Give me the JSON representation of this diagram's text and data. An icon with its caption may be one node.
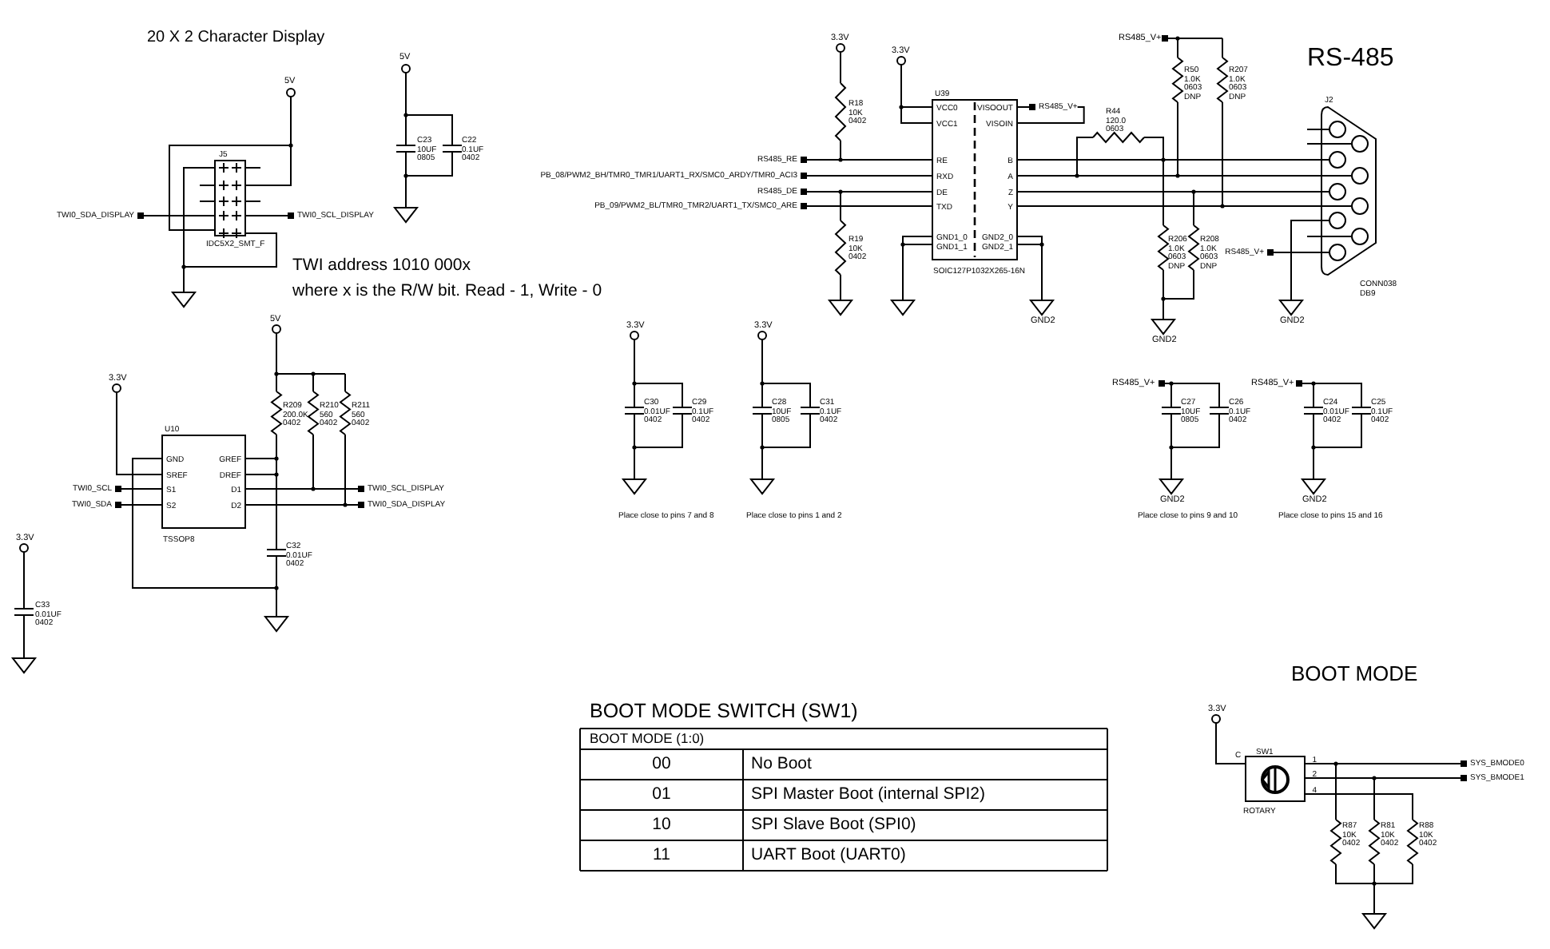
{
  "diagram": {
    "nodes": [
      {
        "text": [
          "J5",
          "IDC5X2_SMT_F"
        ]
      },
      {
        "text": [
          "TWI0_SDA_DISPLAY"
        ]
      },
      {
        "text": [
          "TWI0_SCL_DISPLAY"
        ]
      },
      {
        "text": [
          "U39",
          "VCC0",
          "VCC1",
          "RE",
          "RXD",
          "DE",
          "TXD",
          "GND1_0",
          "GND1_1",
          "VISOOUT",
          "VISOIN",
          "B",
          "A",
          "Z",
          "Y",
          "GND2_0",
          "GND2_1",
          "SOIC127P1032X265-16N"
        ]
      },
      {
        "text": [
          "RS485_RE"
        ]
      },
      {
        "text": [
          "PB_08/PWM2_BH/TMR0_TMR1/UART1_RX/SMC0_ARDY/TMR0_ACI3"
        ]
      },
      {
        "text": [
          "RS485_DE"
        ]
      },
      {
        "text": [
          "PB_09/PWM2_BL/TMR0_TMR2/UART1_TX/SMC0_ARE"
        ]
      },
      {
        "text": [
          "RS485_V+"
        ]
      },
      {
        "text": [
          "J2",
          "CONN038 DB9"
        ]
      },
      {
        "text": [
          "RS485_V+"
        ]
      },
      {
        "text": [
          "U10",
          "GND",
          "SREF",
          "S1",
          "S2",
          "GREF",
          "DREF",
          "D1",
          "D2",
          "TSSOP8"
        ]
      },
      {
        "text": [
          "TWI0_SCL"
        ]
      },
      {
        "text": [
          "TWI0_SDA"
        ]
      },
      {
        "text": [
          "TWI0_SCL_DISPLAY"
        ]
      },
      {
        "text": [
          "TWI0_SDA_DISPLAY"
        ]
      },
      {
        "text": [
          "SW1",
          "C",
          "1",
          "2",
          "4",
          "ROTARY"
        ]
      },
      {
        "text": [
          "SYS_BMODE0"
        ]
      },
      {
        "text": [
          "SYS_BMODE1"
        ]
      }
    ],
    "edges": [
      {
        "from": 1,
        "to": 0,
        "arrow": "none"
      },
      {
        "from": 0,
        "to": 2,
        "arrow": "none"
      },
      {
        "from": 4,
        "to": 3,
        "arrow": "none"
      },
      {
        "from": 5,
        "to": 3,
        "arrow": "none"
      },
      {
        "from": 6,
        "to": 3,
        "arrow": "none"
      },
      {
        "from": 7,
        "to": 3,
        "arrow": "none"
      },
      {
        "from": 3,
        "to": 8,
        "arrow": "none"
      },
      {
        "from": 3,
        "to": 9,
        "arrow": "none"
      },
      {
        "from": 3,
        "to": 9,
        "arrow": "none"
      },
      {
        "from": 3,
        "to": 9,
        "arrow": "none"
      },
      {
        "from": 3,
        "to": 9,
        "arrow": "none"
      },
      {
        "from": 10,
        "to": 9,
        "arrow": "none"
      },
      {
        "from": 12,
        "to": 11,
        "arrow": "none"
      },
      {
        "from": 13,
        "to": 11,
        "arrow": "none"
      },
      {
        "from": 11,
        "to": 14,
        "arrow": "none"
      },
      {
        "from": 11,
        "to": 15,
        "arrow": "none"
      },
      {
        "from": 16,
        "to": 17,
        "arrow": "none"
      },
      {
        "from": 16,
        "to": 18,
        "arrow": "none"
      },
      {
        "from": 3,
        "to": 8,
        "arrow": "none"
      }
    ],
    "labels": [
      "20 X 2 Character Display",
      "5V",
      "5V",
      "C23 10UF 0805",
      "C22 0.1UF 0402",
      "TWI address 1010 000x",
      "where x is the R/W bit. Read - 1, Write - 0",
      "3.3V",
      "3.3V",
      "R18 10K 0402",
      "R19 10K 0402",
      "5V",
      "GND2",
      "RS485_V+",
      "R44 120.0 0603",
      "R50 1.0K 0603 DNP",
      "R207 1.0K 0603 DNP",
      "RS-485",
      "R206 1.0K 0603 DNP",
      "R208 1.0K 0603 DNP",
      "GND2",
      "GND2",
      "R209 200.0K 0402",
      "R210 560 0402",
      "R211 560 0402",
      "3.3V",
      "C32 0.01UF 0402",
      "3.3V",
      "C33 0.01UF 0402",
      "3.3V",
      "C30 0.01UF 0402",
      "C29 0.1UF 0402",
      "3.3V",
      "C28 10UF 0805",
      "C31 0.1UF 0402",
      "Place close to pins 7 and 8",
      "Place close to pins 1 and 2",
      "RS485_V+",
      "C27 10UF 0805",
      "C26 0.1UF 0402",
      "RS485_V+",
      "C24 0.01UF 0402",
      "C25 0.1UF 0402",
      "GND2",
      "GND2",
      "Place close to pins 9 and 10",
      "Place close to pins 15 and 16",
      "BOOT MODE",
      "BOOT MODE SWITCH (SW1)",
      "BOOT MODE (1:0)",
      "00",
      "No Boot",
      "01",
      "SPI Master Boot (internal SPI2)",
      "10",
      "SPI Slave Boot (SPI0)",
      "11",
      "UART Boot (UART0)",
      "3.3V",
      "R87 10K 0402",
      "R81 10K 0402",
      "R88 10K 0402"
    ]
  }
}
